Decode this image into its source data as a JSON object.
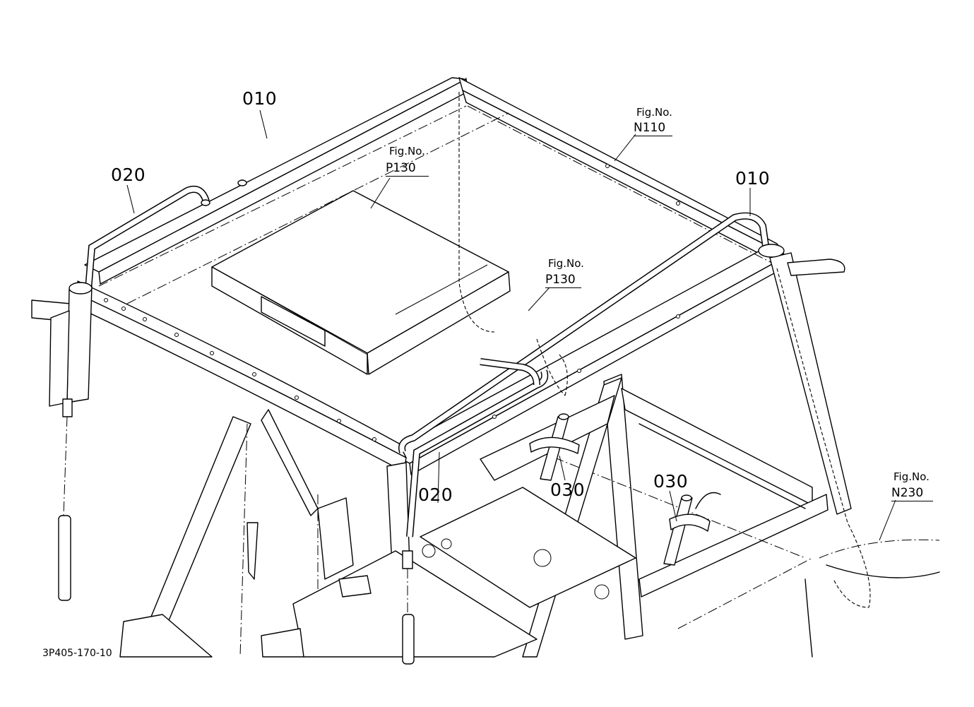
{
  "parts": [
    {
      "key": "p010a",
      "number": "010"
    },
    {
      "key": "p010b",
      "number": "010"
    },
    {
      "key": "p020a",
      "number": "020"
    },
    {
      "key": "p020b",
      "number": "020"
    },
    {
      "key": "p030a",
      "number": "030"
    },
    {
      "key": "p030b",
      "number": "030"
    }
  ],
  "references": [
    {
      "key": "n110",
      "label": "Fig.No.",
      "figure": "N110"
    },
    {
      "key": "p130a",
      "label": "Fig.No.",
      "figure": "P130"
    },
    {
      "key": "p130b",
      "label": "Fig.No.",
      "figure": "P130"
    },
    {
      "key": "n230",
      "label": "Fig.No.",
      "figure": "N230"
    }
  ],
  "drawing_code": "3P405-170-10"
}
